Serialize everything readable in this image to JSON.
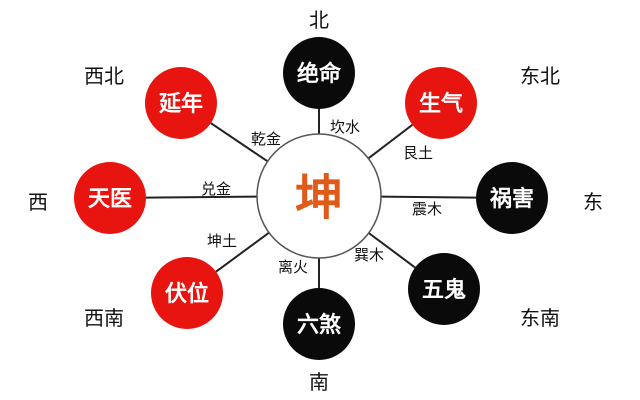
{
  "colors": {
    "red": "#e8140f",
    "black": "#0a0a0a",
    "center_text": "#e05a1a",
    "line": "#222222"
  },
  "center": {
    "label": "坤"
  },
  "nodes": [
    {
      "key": "n",
      "label": "绝命",
      "fill": "black",
      "direction": "北",
      "trigram": "坎水"
    },
    {
      "key": "ne",
      "label": "生气",
      "fill": "red",
      "direction": "东北",
      "trigram": "艮土"
    },
    {
      "key": "e",
      "label": "祸害",
      "fill": "black",
      "direction": "东",
      "trigram": "震木"
    },
    {
      "key": "se",
      "label": "五鬼",
      "fill": "black",
      "direction": "东南",
      "trigram": "巽木"
    },
    {
      "key": "s",
      "label": "六煞",
      "fill": "black",
      "direction": "南",
      "trigram": "离火"
    },
    {
      "key": "sw",
      "label": "伏位",
      "fill": "red",
      "direction": "西南",
      "trigram": "坤土"
    },
    {
      "key": "w",
      "label": "天医",
      "fill": "red",
      "direction": "西",
      "trigram": "兑金"
    },
    {
      "key": "nw",
      "label": "延年",
      "fill": "red",
      "direction": "西北",
      "trigram": "乾金"
    }
  ]
}
